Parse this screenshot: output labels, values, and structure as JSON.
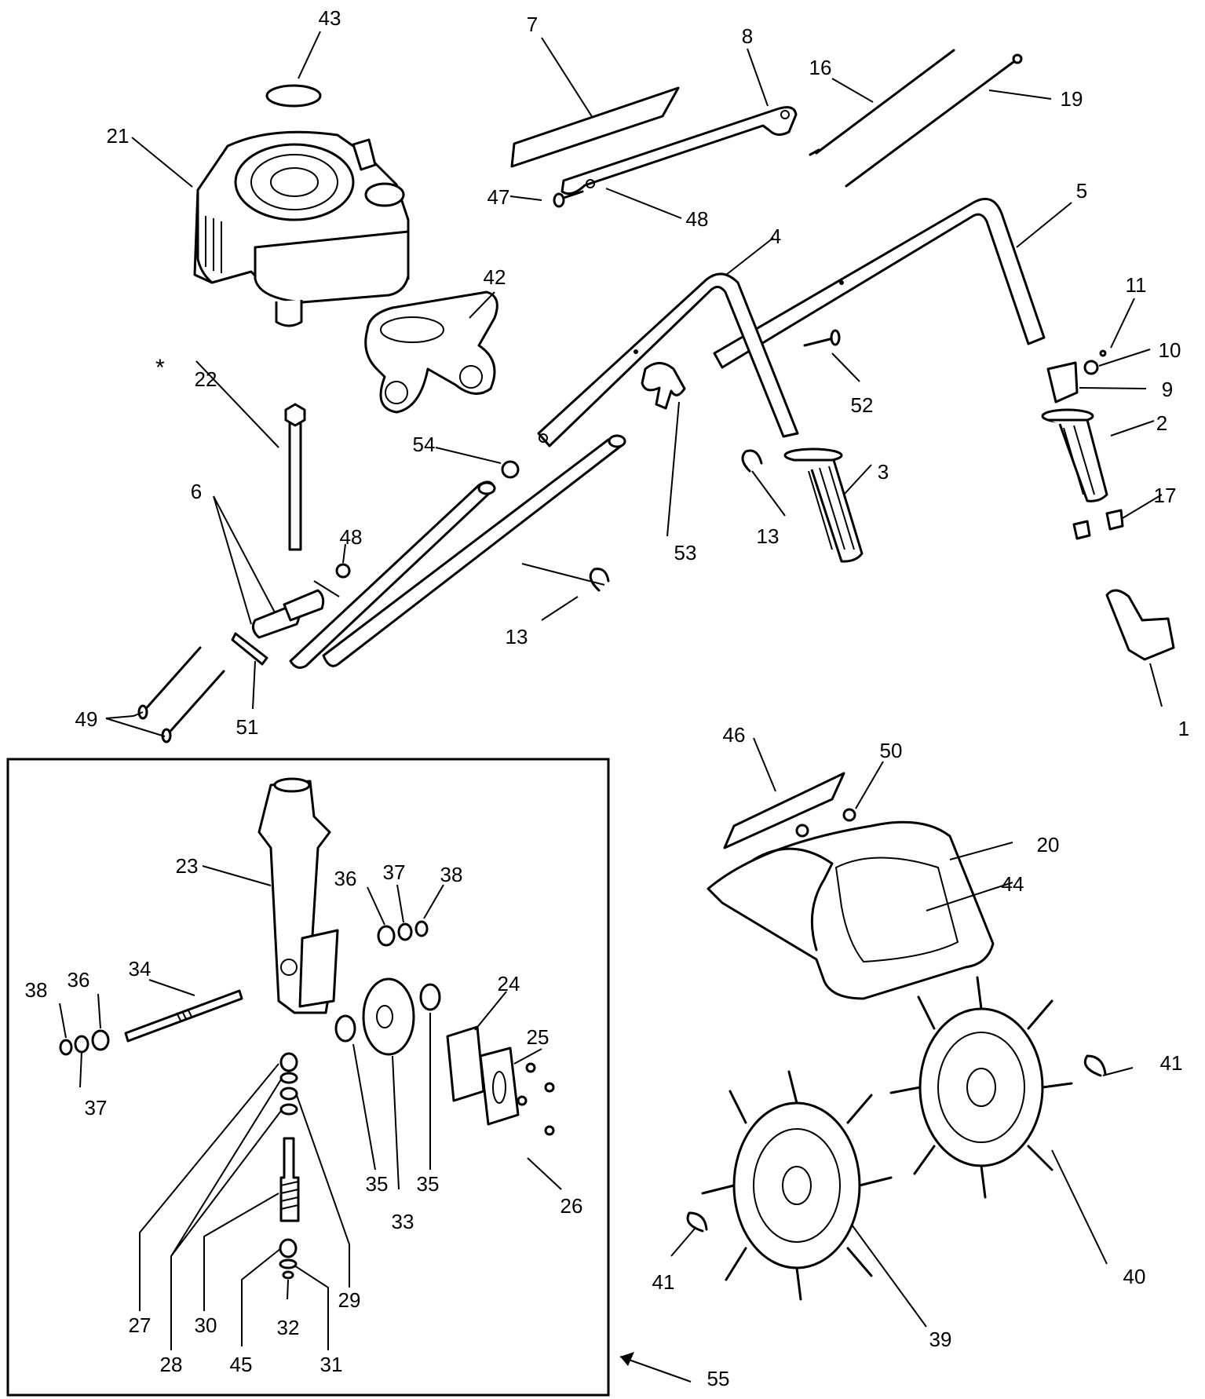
{
  "asterisk": "*",
  "callouts": [
    {
      "id": "c1",
      "text": "1"
    },
    {
      "id": "c2",
      "text": "2"
    },
    {
      "id": "c3",
      "text": "3"
    },
    {
      "id": "c4",
      "text": "4"
    },
    {
      "id": "c5",
      "text": "5"
    },
    {
      "id": "c6",
      "text": "6"
    },
    {
      "id": "c7",
      "text": "7"
    },
    {
      "id": "c8",
      "text": "8"
    },
    {
      "id": "c9",
      "text": "9"
    },
    {
      "id": "c10",
      "text": "10"
    },
    {
      "id": "c11",
      "text": "11"
    },
    {
      "id": "c13a",
      "text": "13"
    },
    {
      "id": "c13b",
      "text": "13"
    },
    {
      "id": "c16",
      "text": "16"
    },
    {
      "id": "c17",
      "text": "17"
    },
    {
      "id": "c19",
      "text": "19"
    },
    {
      "id": "c20",
      "text": "20"
    },
    {
      "id": "c21",
      "text": "21"
    },
    {
      "id": "c22",
      "text": "22"
    },
    {
      "id": "c23",
      "text": "23"
    },
    {
      "id": "c24",
      "text": "24"
    },
    {
      "id": "c25",
      "text": "25"
    },
    {
      "id": "c26",
      "text": "26"
    },
    {
      "id": "c27",
      "text": "27"
    },
    {
      "id": "c28",
      "text": "28"
    },
    {
      "id": "c29",
      "text": "29"
    },
    {
      "id": "c30",
      "text": "30"
    },
    {
      "id": "c31",
      "text": "31"
    },
    {
      "id": "c32",
      "text": "32"
    },
    {
      "id": "c33",
      "text": "33"
    },
    {
      "id": "c34",
      "text": "34"
    },
    {
      "id": "c35a",
      "text": "35"
    },
    {
      "id": "c35b",
      "text": "35"
    },
    {
      "id": "c36a",
      "text": "36"
    },
    {
      "id": "c36b",
      "text": "36"
    },
    {
      "id": "c37a",
      "text": "37"
    },
    {
      "id": "c37b",
      "text": "37"
    },
    {
      "id": "c38a",
      "text": "38"
    },
    {
      "id": "c38b",
      "text": "38"
    },
    {
      "id": "c39",
      "text": "39"
    },
    {
      "id": "c40",
      "text": "40"
    },
    {
      "id": "c41a",
      "text": "41"
    },
    {
      "id": "c41b",
      "text": "41"
    },
    {
      "id": "c42",
      "text": "42"
    },
    {
      "id": "c43",
      "text": "43"
    },
    {
      "id": "c44",
      "text": "44"
    },
    {
      "id": "c45",
      "text": "45"
    },
    {
      "id": "c46",
      "text": "46"
    },
    {
      "id": "c47",
      "text": "47"
    },
    {
      "id": "c48a",
      "text": "48"
    },
    {
      "id": "c48b",
      "text": "48"
    },
    {
      "id": "c49",
      "text": "49"
    },
    {
      "id": "c50",
      "text": "50"
    },
    {
      "id": "c51",
      "text": "51"
    },
    {
      "id": "c52",
      "text": "52"
    },
    {
      "id": "c53",
      "text": "53"
    },
    {
      "id": "c54",
      "text": "54"
    },
    {
      "id": "c55",
      "text": "55"
    }
  ]
}
